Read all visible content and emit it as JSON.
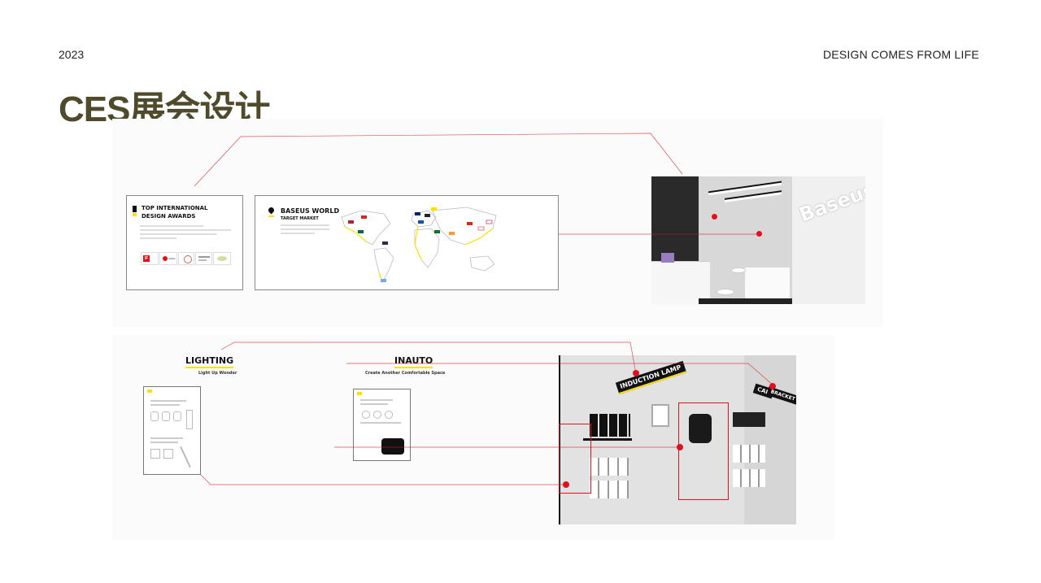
{
  "header": {
    "year": "2023",
    "tagline": "DESIGN COMES FROM LIFE",
    "title": "CES展会设计"
  },
  "awards_panel": {
    "title_line1": "TOP INTERNATIONAL",
    "title_line2": "DESIGN AWARDS",
    "logo_if": "iF",
    "logo_reddot": "reddot"
  },
  "market_panel": {
    "title_line1": "BASEUS WORLD",
    "title_line2": "TARGET MARKET"
  },
  "booth_photo": {
    "brand_sign": "Baseus"
  },
  "lighting": {
    "title": "LIGHTING",
    "subtitle": "Light Up Wonder"
  },
  "inauto": {
    "title": "INAUTO",
    "subtitle": "Create Another Comfortable Space"
  },
  "wall": {
    "induction_label": "INDUCTION LAMP",
    "car_label": "CAR",
    "bracket_label": "BRACKET"
  },
  "colors": {
    "title": "#4f4a2c",
    "accent_yellow": "#ffe000",
    "connector_red": "#e0101e"
  }
}
